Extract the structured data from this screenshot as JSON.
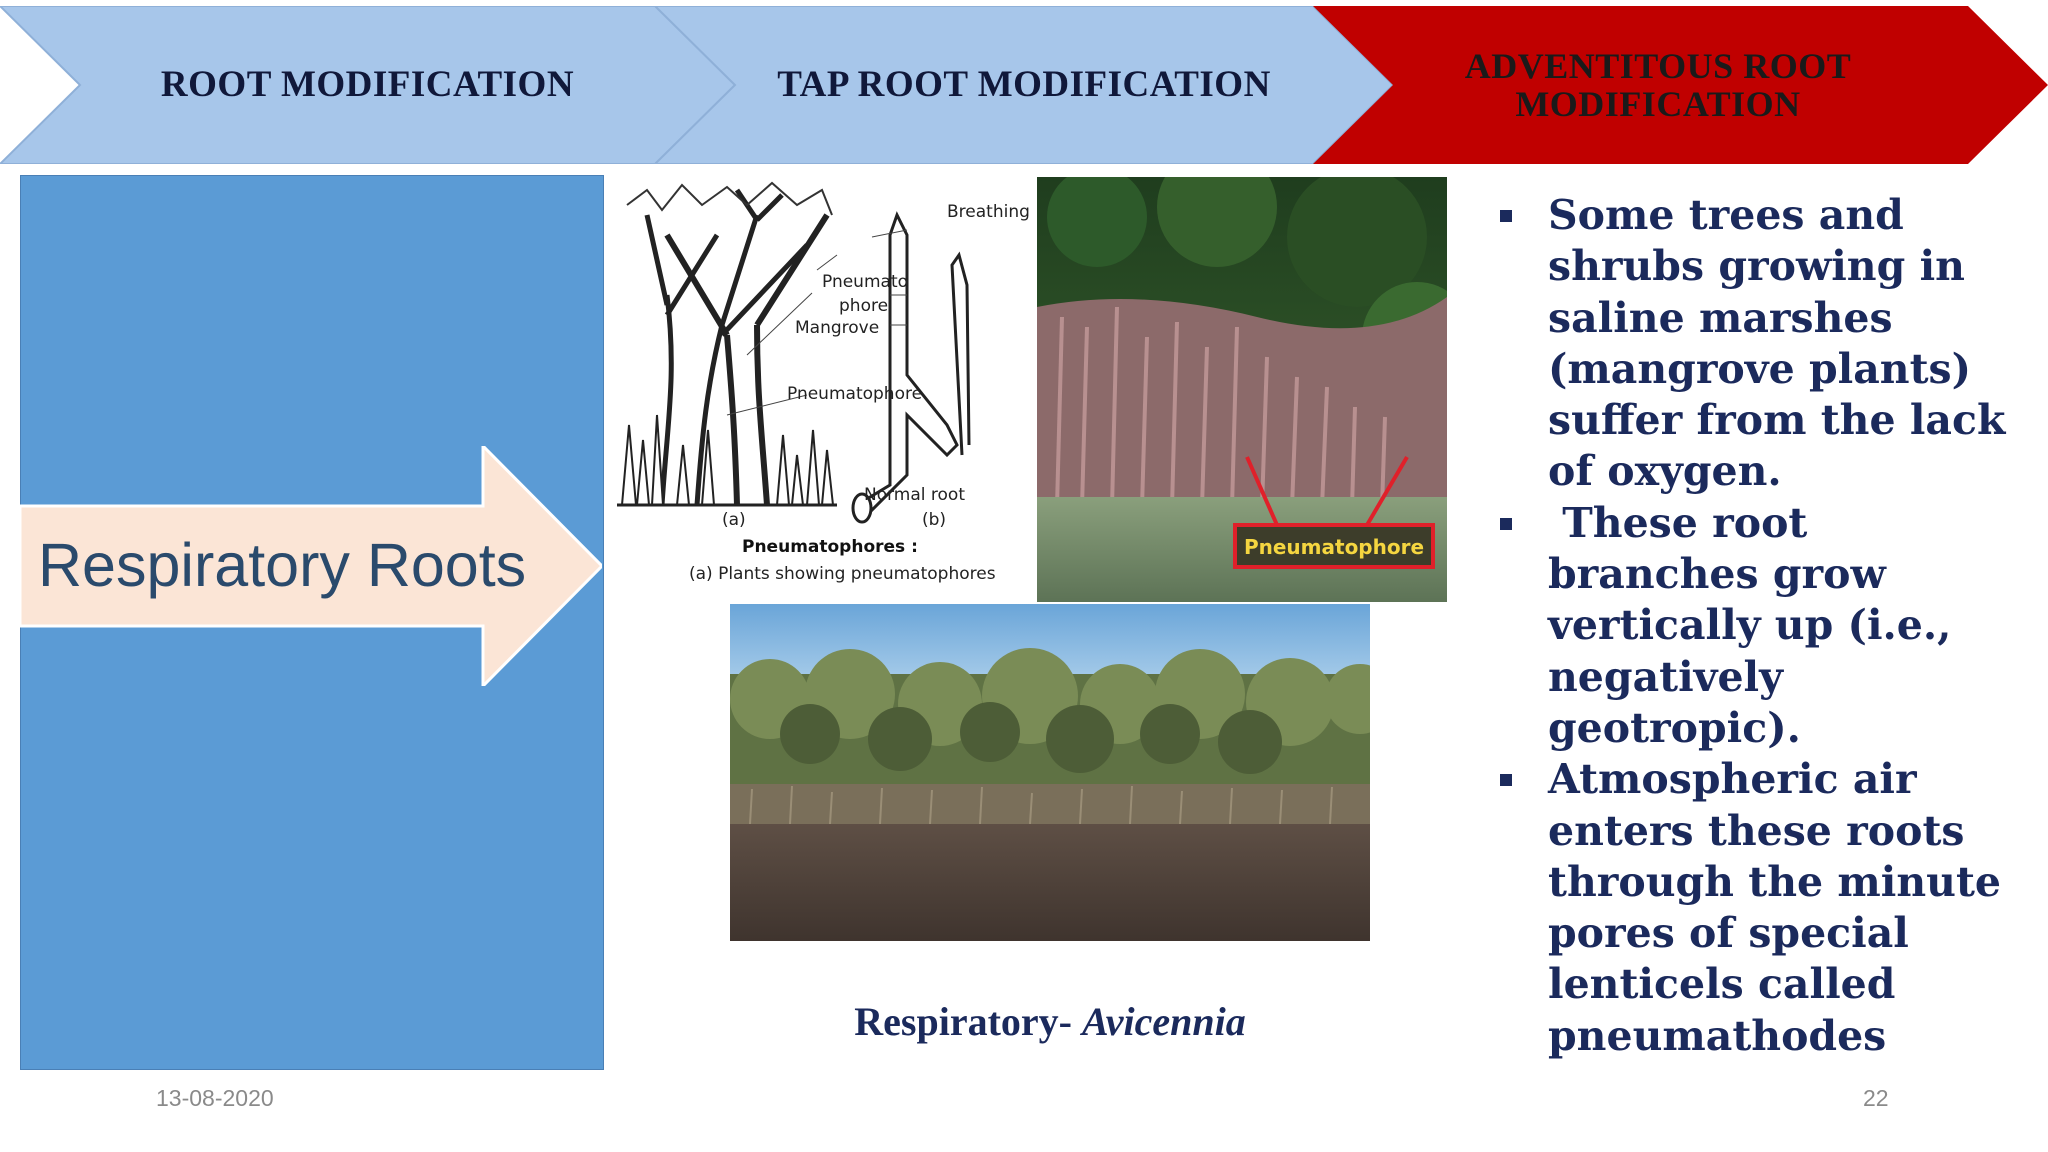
{
  "header": {
    "steps": [
      {
        "label": "ROOT MODIFICATION",
        "state": "inactive",
        "color": "#a7c6ea"
      },
      {
        "label": "TAP ROOT MODIFICATION",
        "state": "inactive",
        "color": "#a7c6ea"
      },
      {
        "label_line1": "ADVENTITOUS ROOT",
        "label_line2": "MODIFICATION",
        "state": "active",
        "color": "#c00000",
        "text_color": "#1a1a1a"
      }
    ]
  },
  "left_panel": {
    "color": "#5b9bd5",
    "arrow_color": "#fbe5d6",
    "arrow_text": "Respiratory Roots"
  },
  "diagram": {
    "labels": {
      "breathing": "Breathing",
      "pneumato": "Pneumato",
      "phore": "phore",
      "mangrove": "Mangrove",
      "pneumatophore": "Pneumatophore",
      "normal_root": "Normal root",
      "a": "(a)",
      "b": "(b)",
      "title": "Pneumatophores :",
      "caption": "(a) Plants showing pneumatophores"
    }
  },
  "photo_top": {
    "label": "Pneumatophore",
    "label_border": "#e0202a"
  },
  "caption": {
    "prefix": "Respiratory- ",
    "italic": "Avicennia"
  },
  "bullets": [
    "Some trees and shrubs growing in saline marshes (mangrove plants) suffer from the lack of oxygen.",
    " These root branches grow vertically up (i.e., negatively geotropic).",
    "Atmospheric air enters these roots through the minute pores of special lenticels called pneumathodes"
  ],
  "footer": {
    "date": "13-08-2020",
    "page": "22"
  }
}
